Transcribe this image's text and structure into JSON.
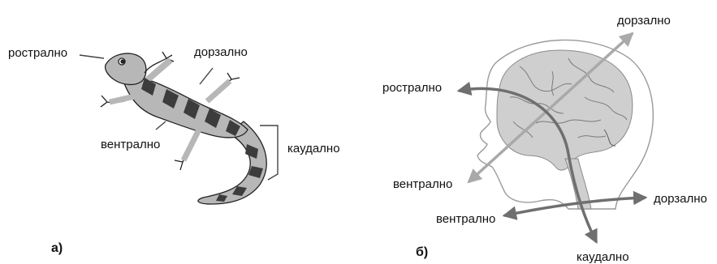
{
  "panel_a": {
    "caption": "а)",
    "labels": {
      "rostral": "рострално",
      "dorsal": "дорзално",
      "ventral": "вентрално",
      "caudal": "каудално"
    }
  },
  "panel_b": {
    "caption": "б)",
    "labels": {
      "dorsal_top": "дорзално",
      "rostral": "рострално",
      "ventral_left": "вентрално",
      "dorsal_right": "дорзално",
      "ventral_bottom": "вентрално",
      "caudal": "каудално"
    }
  },
  "colors": {
    "dark_arrow": "#6f6f6f",
    "light_arrow": "#a9a9a9",
    "brain": "#cfcfcf",
    "lizard_light": "#b7b7b7",
    "lizard_dark": "#3c3c3c"
  }
}
